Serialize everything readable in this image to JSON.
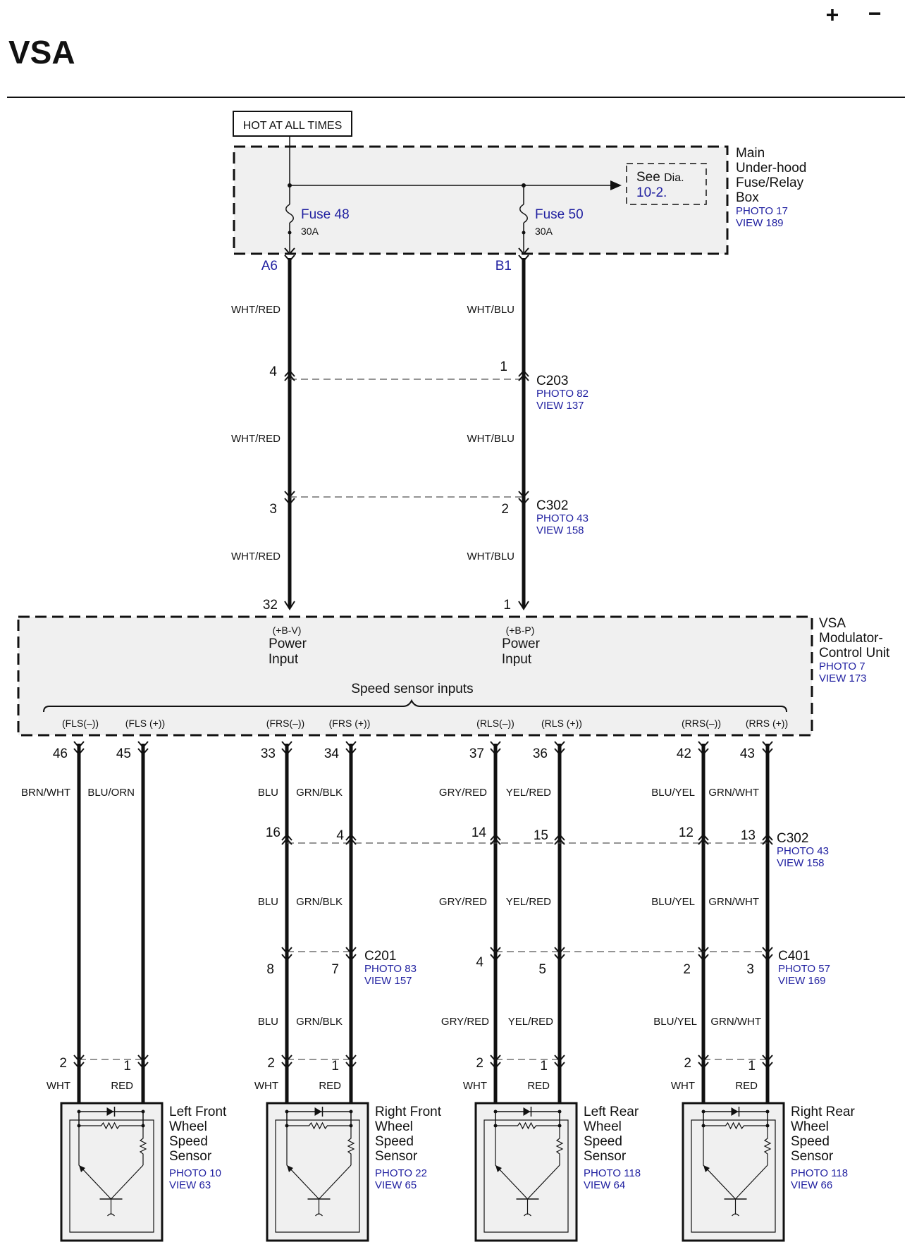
{
  "page": {
    "title": "VSA"
  },
  "controls": {
    "zoom_in": "+",
    "zoom_out": "−"
  },
  "colors": {
    "blue": "#1f1fa0",
    "box_fill": "#f0f0f0",
    "ink": "#111111"
  },
  "hot_at_all_times": "HOT AT ALL TIMES",
  "fuse_box": {
    "label": [
      "Main",
      "Under-hood",
      "Fuse/Relay",
      "Box"
    ],
    "photo": "PHOTO 17",
    "view": "VIEW 189",
    "see_label": "See",
    "see_dia": "Dia.",
    "see_ref": "10-2.",
    "fuse48": {
      "name": "Fuse 48",
      "rating": "30A",
      "terminal": "A6"
    },
    "fuse50": {
      "name": "Fuse 50",
      "rating": "30A",
      "terminal": "B1"
    }
  },
  "power_wires": {
    "left": {
      "color1": "WHT/RED",
      "color2": "WHT/RED",
      "color3": "WHT/RED",
      "c203_pin": "4",
      "c302_pin": "3",
      "ecu_pin": "32"
    },
    "right": {
      "color1": "WHT/BLU",
      "color2": "WHT/BLU",
      "color3": "WHT/BLU",
      "c203_pin": "1",
      "c302_pin": "2",
      "ecu_pin": "1"
    }
  },
  "c203": {
    "name": "C203",
    "photo": "PHOTO 82",
    "view": "VIEW 137"
  },
  "c302_top": {
    "name": "C302",
    "photo": "PHOTO 43",
    "view": "VIEW 158"
  },
  "ecu": {
    "label": [
      "VSA",
      "Modulator-",
      "Control Unit"
    ],
    "photo": "PHOTO 7",
    "view": "VIEW 173",
    "bv_signal": "(+B-V)",
    "bv_label": [
      "Power",
      "Input"
    ],
    "bp_signal": "(+B-P)",
    "bp_label": [
      "Power",
      "Input"
    ],
    "speed_sensor_inputs": "Speed sensor inputs"
  },
  "sensor_signals": [
    "(FLS(–))",
    "(FLS (+))",
    "(FRS(–))",
    "(FRS (+))",
    "(RLS(–))",
    "(RLS (+))",
    "(RRS(–))",
    "(RRS (+))"
  ],
  "ecu_pins": [
    "46",
    "45",
    "33",
    "34",
    "37",
    "36",
    "42",
    "43"
  ],
  "wire_colors_top": [
    "BRN/WHT",
    "BLU/ORN",
    "BLU",
    "GRN/BLK",
    "GRY/RED",
    "YEL/RED",
    "BLU/YEL",
    "GRN/WHT"
  ],
  "c302_pins": [
    "16",
    "4",
    "14",
    "15",
    "12",
    "13"
  ],
  "c302_bottom": {
    "name": "C302",
    "photo": "PHOTO 43",
    "view": "VIEW 158"
  },
  "wire_colors_mid": [
    "BLU",
    "GRN/BLK",
    "GRY/RED",
    "YEL/RED",
    "BLU/YEL",
    "GRN/WHT"
  ],
  "c201": {
    "name": "C201",
    "photo": "PHOTO 83",
    "view": "VIEW 157",
    "pins": [
      "8",
      "7"
    ]
  },
  "c401": {
    "name": "C401",
    "photo": "PHOTO 57",
    "view": "VIEW 169",
    "pins": [
      "4",
      "5",
      "2",
      "3"
    ]
  },
  "wire_colors_low": [
    "BLU",
    "GRN/BLK",
    "GRY/RED",
    "YEL/RED",
    "BLU/YEL",
    "GRN/WHT"
  ],
  "sensor_pins": [
    "2",
    "1"
  ],
  "sensor_wire_colors": [
    "WHT",
    "RED"
  ],
  "sensors": [
    {
      "label": [
        "Left Front",
        "Wheel",
        "Speed",
        "Sensor"
      ],
      "photo": "PHOTO 10",
      "view": "VIEW 63"
    },
    {
      "label": [
        "Right Front",
        "Wheel",
        "Speed",
        "Sensor"
      ],
      "photo": "PHOTO 22",
      "view": "VIEW 65"
    },
    {
      "label": [
        "Left Rear",
        "Wheel",
        "Speed",
        "Sensor"
      ],
      "photo": "PHOTO 118",
      "view": "VIEW 64"
    },
    {
      "label": [
        "Right Rear",
        "Wheel",
        "Speed",
        "Sensor"
      ],
      "photo": "PHOTO 118",
      "view": "VIEW 66"
    }
  ]
}
